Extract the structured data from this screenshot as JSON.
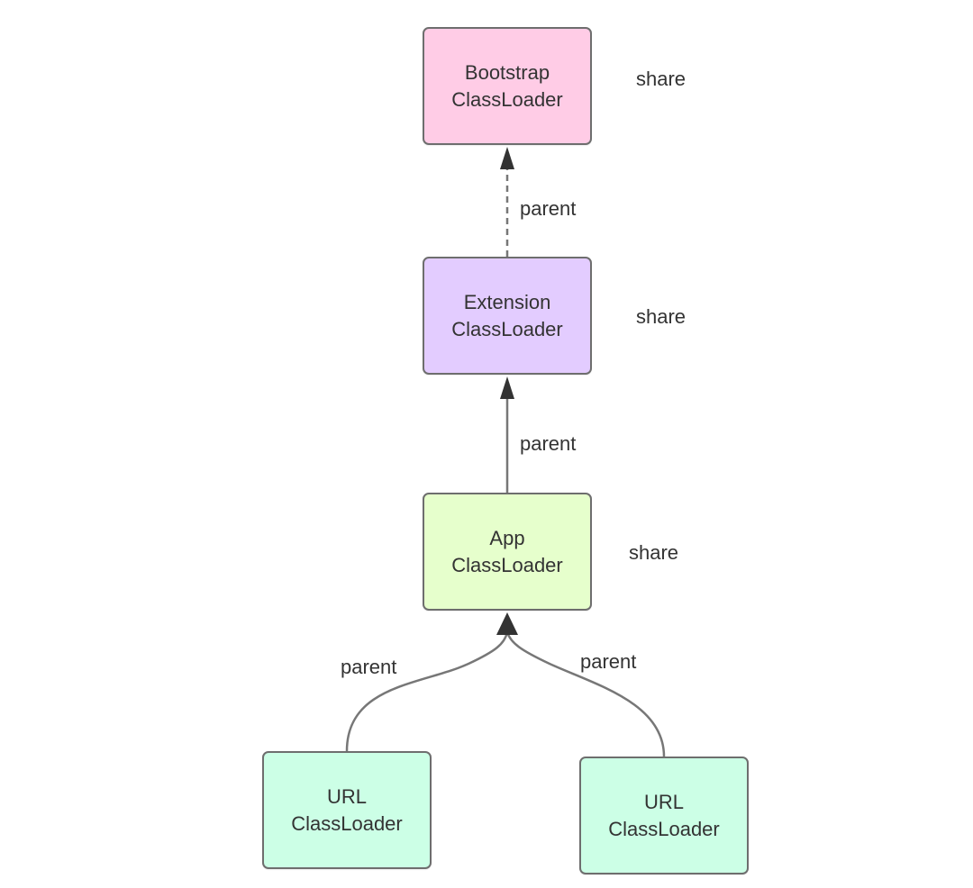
{
  "colors": {
    "bootstrap_fill": "#FFCCE6",
    "extension_fill": "#E3CCFF",
    "app_fill": "#E6FFCC",
    "url_fill": "#CCFFE6",
    "border": "#6E6E6E",
    "edge": "#666666",
    "text": "#333333"
  },
  "nodes": {
    "bootstrap": {
      "line1": "Bootstrap",
      "line2": "ClassLoader",
      "note": "share"
    },
    "extension": {
      "line1": "Extension",
      "line2": "ClassLoader",
      "note": "share"
    },
    "app": {
      "line1": "App",
      "line2": "ClassLoader",
      "note": "share"
    },
    "url_left": {
      "line1": "URL",
      "line2": "ClassLoader"
    },
    "url_right": {
      "line1": "URL",
      "line2": "ClassLoader"
    }
  },
  "edges": {
    "extension_to_bootstrap": {
      "label": "parent",
      "style": "dashed"
    },
    "app_to_extension": {
      "label": "parent",
      "style": "solid"
    },
    "url_left_to_app": {
      "label": "parent",
      "style": "solid"
    },
    "url_right_to_app": {
      "label": "parent",
      "style": "solid"
    }
  }
}
